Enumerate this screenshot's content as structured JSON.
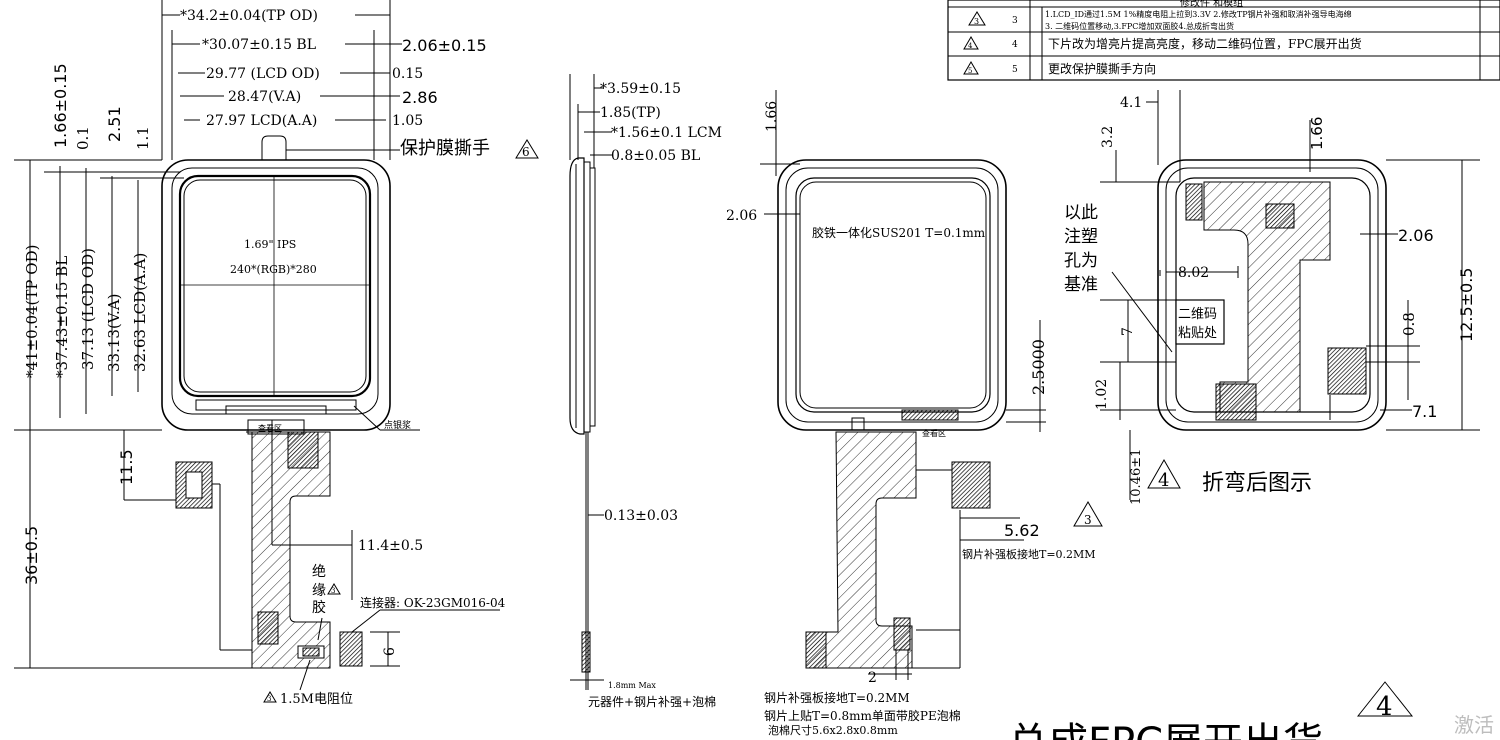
{
  "revision_table": {
    "header": "修改件 和模组",
    "rows": [
      {
        "symbol": "3",
        "rev": "3",
        "text_line1": "1.LCD_ID通过1.5M 1%精度电阻上拉到3.3V  2.修改TP钢片补强和取消补强导电海绵",
        "text_line2": "3. 二维码位置移动,3.FPC增加双面胶4.总成折弯出货"
      },
      {
        "symbol": "4",
        "rev": "4",
        "text_line1": "下片改为增亮片提高亮度，移动二维码位置，FPC展开出货",
        "text_line2": ""
      },
      {
        "symbol": "5",
        "rev": "5",
        "text_line1": "更改保护膜撕手方向",
        "text_line2": ""
      }
    ]
  },
  "front_view": {
    "dims_top": [
      "*34.2±0.04(TP OD)",
      "*30.07±0.15 BL",
      "2.06±0.15",
      "29.77 (LCD OD)",
      "0.15",
      "28.47(V.A)",
      "2.86",
      "27.97 LCD(A.A)",
      "1.05"
    ],
    "dims_left": [
      "1.66±0.15",
      "0.1",
      "2.51",
      "1.1",
      "*41±0.04(TP OD)",
      "*37.43±0.15 BL",
      "37.13 (LCD OD)",
      "33.13(V.A)",
      "32.63 LCD(A.A)",
      "11.5",
      "36±0.5"
    ],
    "peel_tab": "保护膜撕手",
    "peel_tab_rev": "6",
    "screen_size": "1.69\" IPS",
    "resolution": "240*(RGB)*280",
    "silver_paste": "点银浆",
    "ic_label": "查看区",
    "dim_fpc": "11.4±0.5",
    "insulation": [
      "绝",
      "缘",
      "胶"
    ],
    "insulation_rev": "3",
    "connector": "连接器: OK-23GM016-04",
    "dim_six": "6",
    "resistor": "1.5M电阻位",
    "resistor_rev": "3"
  },
  "side_view": {
    "dims": [
      "*3.59±0.15",
      "1.85(TP)",
      "*1.56±0.1 LCM",
      "0.8±0.05 BL",
      "0.13±0.03",
      "1.8mm Max"
    ],
    "caption": "元器件+钢片补强+泡棉"
  },
  "back_view": {
    "dim_166": "1.66",
    "dim_206": "2.06",
    "frame_text": "胶铁一体化SUS201 T=0.1mm",
    "dim_25": "2.5000",
    "dim_562": "5.62",
    "stiffener_ground": "钢片补强板接地T=0.2MM",
    "rev": "3",
    "note1": "钢片补强板接地T=0.2MM",
    "note2": "钢片上贴T=0.8mm单面带胶PE泡棉",
    "note3": "泡棉尺寸5.6x2.8x0.8mm",
    "dim_two": "2"
  },
  "bent_view": {
    "dims": [
      "4.1",
      "3.2",
      "1.66",
      "2.06",
      "8.02",
      "7",
      "0.8",
      "12.5±0.5",
      "1.02",
      "7.1",
      "10.46±1"
    ],
    "datum_note": [
      "以此",
      "注塑",
      "孔为",
      "基准"
    ],
    "qr_label": [
      "二维码",
      "粘贴处"
    ],
    "caption": "折弯后图示",
    "caption_rev": "4"
  },
  "footer": {
    "rev_symbol": "4",
    "partial_title": "总成FPC展开出货",
    "watermark": "激活"
  }
}
